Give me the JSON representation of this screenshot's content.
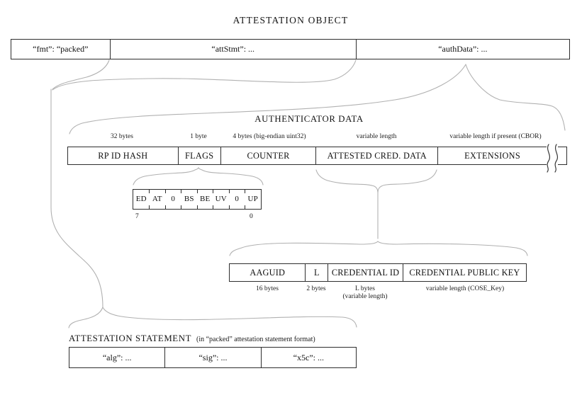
{
  "page_title": "ATTESTATION OBJECT",
  "attestation_object": {
    "fields": [
      {
        "label": "“fmt”: “packed”"
      },
      {
        "label": "“attStmt”: ..."
      },
      {
        "label": "“authData”: ..."
      }
    ]
  },
  "authenticator_data": {
    "title": "AUTHENTICATOR DATA",
    "fields": [
      {
        "name": "RP ID HASH",
        "size": "32 bytes"
      },
      {
        "name": "FLAGS",
        "size": "1 byte"
      },
      {
        "name": "COUNTER",
        "size": "4 bytes (big-endian uint32)"
      },
      {
        "name": "ATTESTED CRED. DATA",
        "size": "variable length"
      },
      {
        "name": "EXTENSIONS",
        "size": "variable length if present (CBOR)"
      }
    ]
  },
  "flags_detail": {
    "bits": [
      "ED",
      "AT",
      "0",
      "BS",
      "BE",
      "UV",
      "0",
      "UP"
    ],
    "msb_label": "7",
    "lsb_label": "0"
  },
  "attested_credential_data": {
    "fields": [
      {
        "name": "AAGUID",
        "size": "16 bytes"
      },
      {
        "name": "L",
        "size": "2 bytes"
      },
      {
        "name": "CREDENTIAL ID",
        "size": "L bytes\n(variable length)"
      },
      {
        "name": "CREDENTIAL PUBLIC KEY",
        "size": "variable length (COSE_Key)"
      }
    ]
  },
  "attestation_statement": {
    "title": "ATTESTATION STATEMENT",
    "note": "(in “packed” attestation statement format)",
    "fields": [
      {
        "label": "“alg”: ..."
      },
      {
        "label": "“sig”: ..."
      },
      {
        "label": "“x5c”: ..."
      }
    ]
  }
}
